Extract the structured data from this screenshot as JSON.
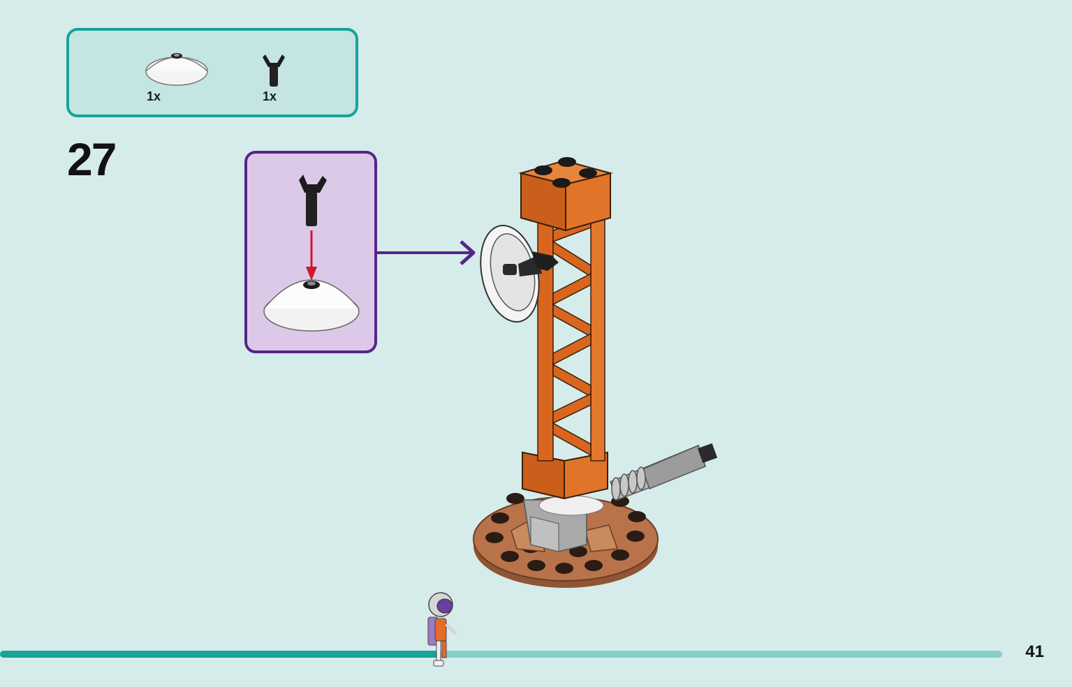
{
  "parts_list": {
    "items": [
      {
        "icon": "dish-2x2-white-icon",
        "quantity": "1x"
      },
      {
        "icon": "clip-bar-black-icon",
        "quantity": "1x"
      }
    ]
  },
  "step": {
    "number": "27"
  },
  "colors": {
    "page_background": "#d6ecea",
    "parts_box_border": "#18a39b",
    "callout_border": "#56258d",
    "callout_fill": "#dcc9e8",
    "progress_bar": "#18a39b",
    "brick_orange": "#d8661f",
    "base_brown": "#b8734a"
  },
  "progress": {
    "fraction": 0.44
  },
  "page": {
    "number": "41"
  }
}
